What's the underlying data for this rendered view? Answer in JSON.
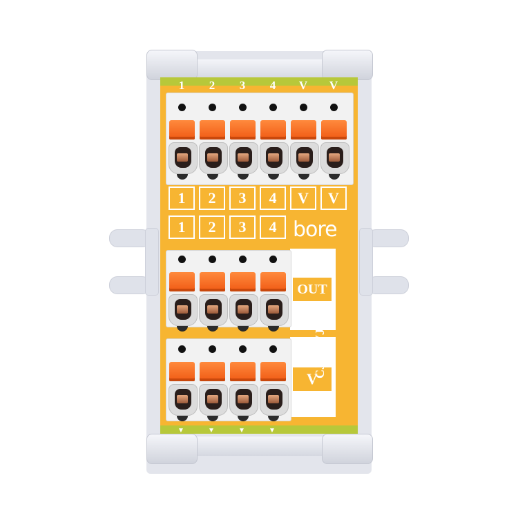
{
  "top_labels": [
    "1",
    "2",
    "3",
    "4",
    "V",
    "V"
  ],
  "upper_row_labels": [
    "1",
    "2",
    "3",
    "4",
    "V",
    "V"
  ],
  "lower_row_labels": [
    "1",
    "2",
    "3",
    "4"
  ],
  "brand": "bore",
  "out_tag": "OUT",
  "v_tag": "V",
  "model": "CJ7-YVJ04V",
  "colors": {
    "pcb": "#f7b532",
    "lever": "#f05a14",
    "housing": "#e3e5ec",
    "terminal_body": "#f2f2f2"
  }
}
